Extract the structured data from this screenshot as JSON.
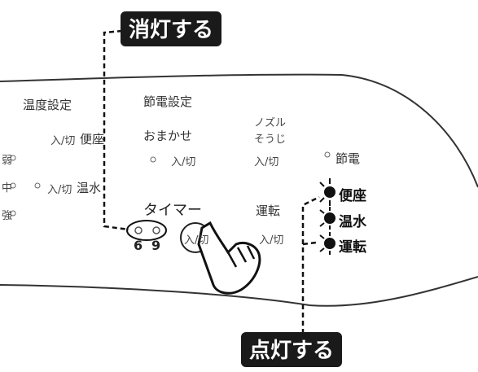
{
  "callouts": {
    "top": "消灯する",
    "bottom": "点灯する"
  },
  "panel": {
    "col1_header": "温度設定",
    "col2_header": "節電設定",
    "col2_sub": "おまかせ",
    "col3_header_line1": "ノズル",
    "col3_header_line2": "そうじ",
    "row1_left_switch": "入/切",
    "row1_left_label": "便座",
    "row2_left_switch": "入/切",
    "row2_left_label": "温水",
    "col2_switch": "入/切",
    "col3_switch": "入/切",
    "setsuden_indicator": "節電",
    "timer_label": "タイマー",
    "timer_6": "6",
    "timer_9": "9",
    "timer_button": "入/切",
    "unten_label": "運転",
    "unten_switch": "入/切",
    "left_edge_1": "弱",
    "left_edge_2": "中",
    "left_edge_3": "強"
  },
  "indicators": [
    "便座",
    "温水",
    "運転"
  ]
}
